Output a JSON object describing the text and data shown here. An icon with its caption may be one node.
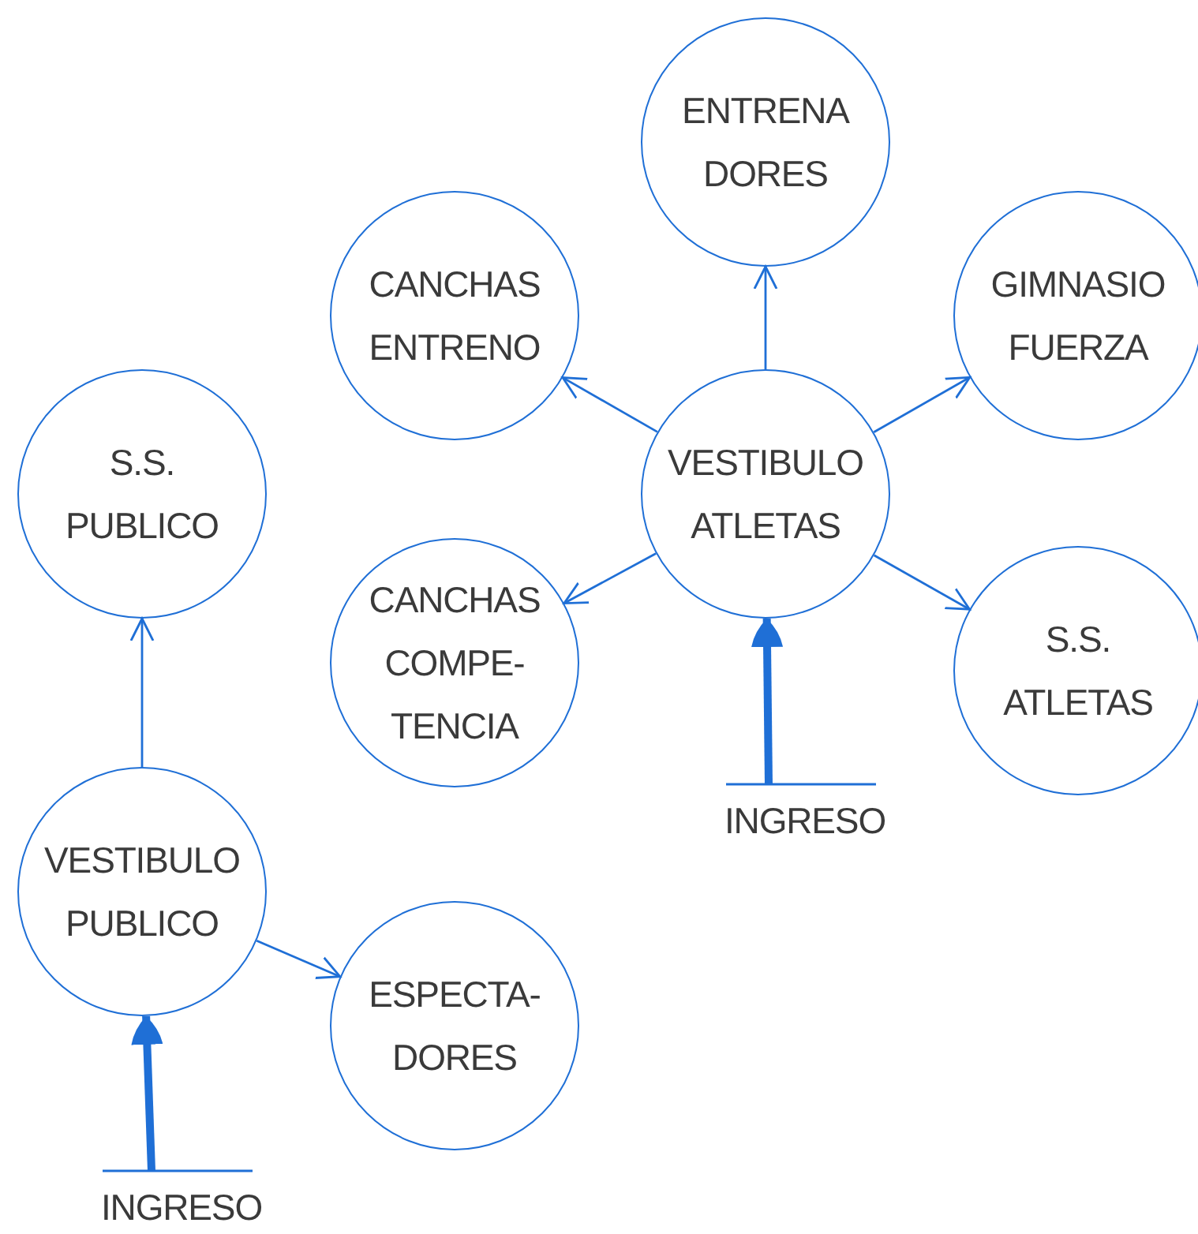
{
  "diagram": {
    "nodes": [
      {
        "text": [
          "ENTRENA DORES"
        ]
      },
      {
        "text": [
          "CANCHAS ENTRENO"
        ]
      },
      {
        "text": [
          "GIMNASIO FUERZA"
        ]
      },
      {
        "text": [
          "S.S. PUBLICO"
        ]
      },
      {
        "text": [
          "VESTIBULO ATLETAS"
        ]
      },
      {
        "text": [
          "CANCHAS COMPE- TENCIA"
        ]
      },
      {
        "text": [
          "S.S. ATLETAS"
        ]
      },
      {
        "text": [
          "VESTIBULO PUBLICO"
        ]
      },
      {
        "text": [
          "ESPECTA- DORES"
        ]
      },
      {
        "text": [
          "INGRESO"
        ]
      },
      {
        "text": [
          "INGRESO"
        ]
      }
    ],
    "edges": [
      {
        "from": 4,
        "to": 0,
        "arrow": "to"
      },
      {
        "from": 4,
        "to": 1,
        "arrow": "to"
      },
      {
        "from": 4,
        "to": 2,
        "arrow": "to"
      },
      {
        "from": 4,
        "to": 5,
        "arrow": "to"
      },
      {
        "from": 4,
        "to": 6,
        "arrow": "to"
      },
      {
        "from": 9,
        "to": 4,
        "arrow": "to",
        "style": "thick"
      },
      {
        "from": 7,
        "to": 3,
        "arrow": "to"
      },
      {
        "from": 7,
        "to": 8,
        "arrow": "to"
      },
      {
        "from": 10,
        "to": 7,
        "arrow": "to",
        "style": "thick"
      }
    ]
  }
}
